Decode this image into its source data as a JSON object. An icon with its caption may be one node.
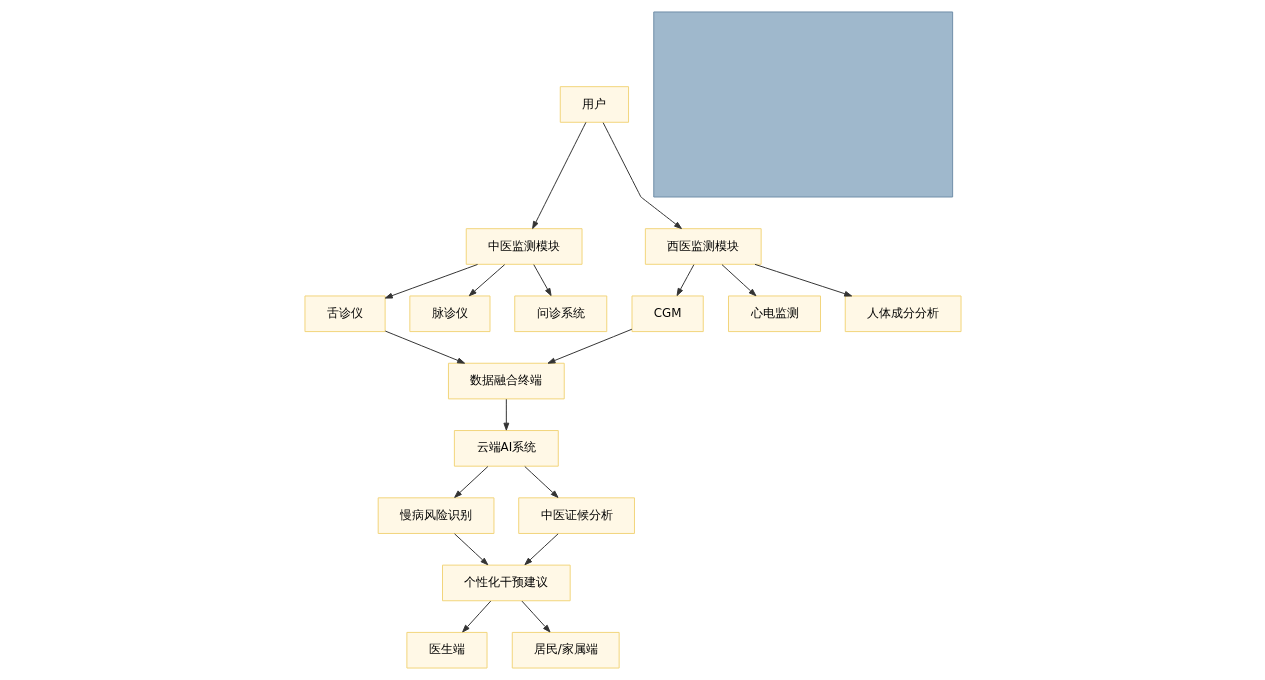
{
  "diagram": {
    "nodes": [
      {
        "text": [
          "用户"
        ]
      },
      {
        "text": [
          "中医监测模块"
        ]
      },
      {
        "text": [
          "西医监测模块"
        ]
      },
      {
        "text": [
          "舌诊仪"
        ]
      },
      {
        "text": [
          "脉诊仪"
        ]
      },
      {
        "text": [
          "问诊系统"
        ]
      },
      {
        "text": [
          "CGM"
        ]
      },
      {
        "text": [
          "心电监测"
        ]
      },
      {
        "text": [
          "人体成分分析"
        ]
      },
      {
        "text": [
          "数据融合终端"
        ]
      },
      {
        "text": [
          "云端AI系统"
        ]
      },
      {
        "text": [
          "慢病风险识别"
        ]
      },
      {
        "text": [
          "中医证候分析"
        ]
      },
      {
        "text": [
          "个性化干预建议"
        ]
      },
      {
        "text": [
          "医生端"
        ]
      },
      {
        "text": [
          "居民/家属端"
        ]
      },
      {
        "text": [],
        "shape": "box"
      }
    ],
    "edges": [
      {
        "from": 0,
        "to": 1,
        "arrow": "to"
      },
      {
        "from": 0,
        "to": 2,
        "arrow": "to"
      },
      {
        "from": 1,
        "to": 3,
        "arrow": "to"
      },
      {
        "from": 1,
        "to": 4,
        "arrow": "to"
      },
      {
        "from": 1,
        "to": 5,
        "arrow": "to"
      },
      {
        "from": 2,
        "to": 6,
        "arrow": "to"
      },
      {
        "from": 2,
        "to": 7,
        "arrow": "to"
      },
      {
        "from": 2,
        "to": 8,
        "arrow": "to"
      },
      {
        "from": 3,
        "to": 9,
        "arrow": "to"
      },
      {
        "from": 6,
        "to": 9,
        "arrow": "to"
      },
      {
        "from": 9,
        "to": 10,
        "arrow": "to"
      },
      {
        "from": 10,
        "to": 11,
        "arrow": "to"
      },
      {
        "from": 10,
        "to": 12,
        "arrow": "to"
      },
      {
        "from": 11,
        "to": 13,
        "arrow": "to"
      },
      {
        "from": 12,
        "to": 13,
        "arrow": "to"
      },
      {
        "from": 13,
        "to": 14,
        "arrow": "to"
      },
      {
        "from": 13,
        "to": 15,
        "arrow": "to"
      }
    ]
  }
}
